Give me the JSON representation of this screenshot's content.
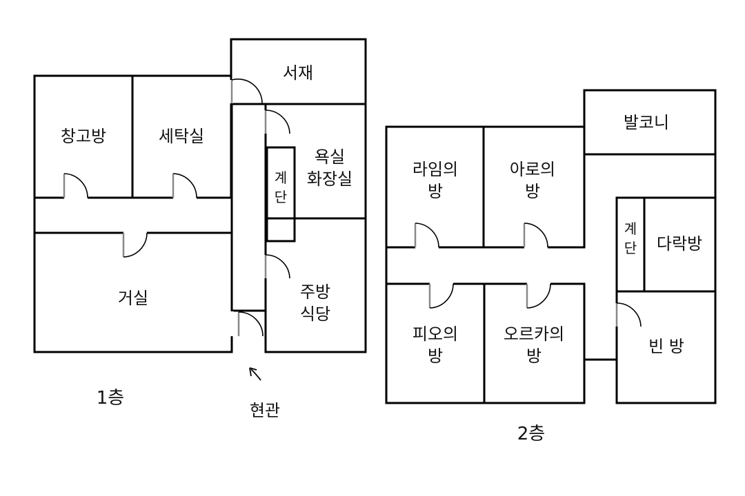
{
  "floor1": {
    "label": "1층",
    "rooms": {
      "storage": "창고방",
      "laundry": "세탁실",
      "study": "서재",
      "bath_line1": "욕실",
      "bath_line2": "화장실",
      "stairs_line1": "계",
      "stairs_line2": "단",
      "living": "거실",
      "kitchen_line1": "주방",
      "kitchen_line2": "식당"
    },
    "entrance": "현관"
  },
  "floor2": {
    "label": "2층",
    "rooms": {
      "balcony": "발코니",
      "raim_line1": "라임의",
      "raim_line2": "방",
      "aro_line1": "아로의",
      "aro_line2": "방",
      "stairs_line1": "계",
      "stairs_line2": "단",
      "attic": "다락방",
      "pio_line1": "피오의",
      "pio_line2": "방",
      "orca_line1": "오르카의",
      "orca_line2": "방",
      "empty": "빈 방"
    }
  }
}
